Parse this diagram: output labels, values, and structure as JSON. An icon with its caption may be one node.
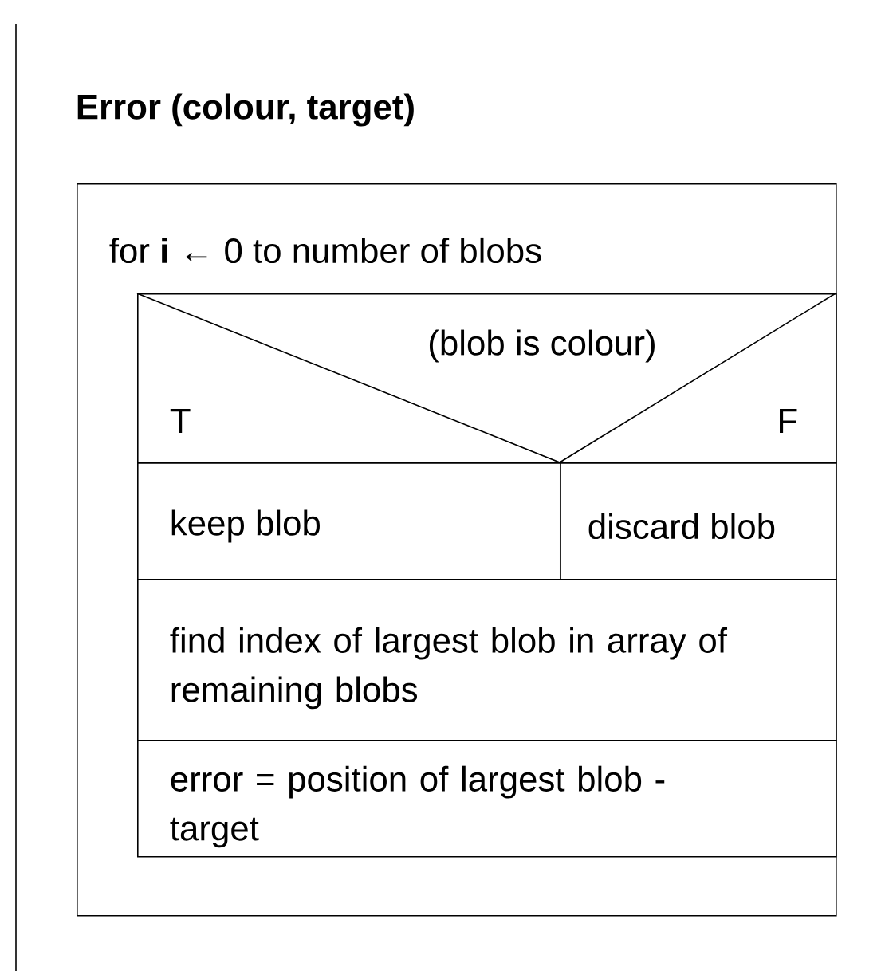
{
  "diagram": {
    "title": "Error (colour, target)",
    "nodes": [
      {
        "text": [
          "for **i** ← 0 to number of blobs"
        ]
      },
      {
        "text": [
          "(blob is colour)",
          "T",
          "F"
        ],
        "in": 0
      },
      {
        "text": [
          "keep blob"
        ],
        "in": 0
      },
      {
        "text": [
          "discard blob"
        ],
        "in": 0
      },
      {
        "text": [
          "find index of largest blob in array of remaining blobs"
        ],
        "in": 0
      },
      {
        "text": [
          "error = position of largest blob - target"
        ],
        "in": 0
      }
    ]
  }
}
